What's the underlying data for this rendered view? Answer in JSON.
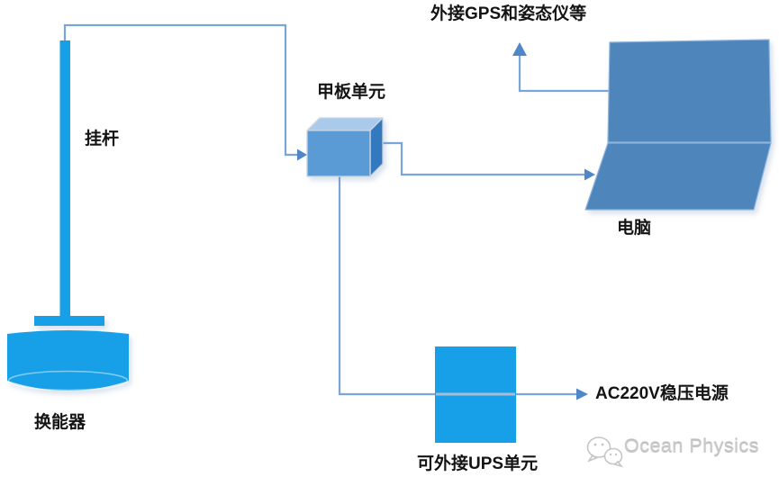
{
  "diagram": {
    "nodes": {
      "pole_label": "挂杆",
      "transducer_label": "换能器",
      "deck_unit_label": "甲板单元",
      "computer_label": "电脑",
      "ups_label": "可外接UPS单元"
    },
    "annotations": {
      "gps_label": "外接GPS和姿态仪等",
      "power_label": "AC220V稳压电源"
    },
    "watermark": {
      "brand": "Ocean Physics",
      "icon": "wechat-icon"
    },
    "colors": {
      "device_blue": "#17a0e8",
      "box_front": "#5b9bd5",
      "box_top": "#aacaec",
      "box_side": "#3478bd",
      "laptop_blue": "#4e85bb",
      "connector": "#7aa5d8",
      "arrowhead": "#4f87c8",
      "ups_stripe": "#a9bcd6",
      "label_text": "#141414",
      "watermark_gray": "#c9c9c9"
    }
  }
}
